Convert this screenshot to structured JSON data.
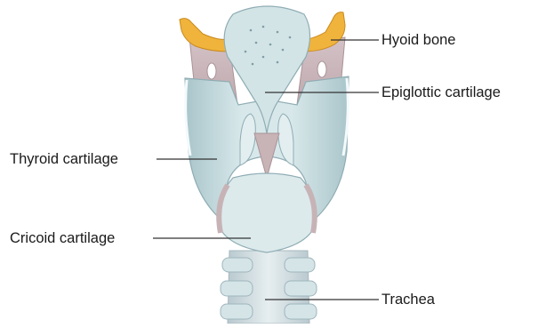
{
  "labels": {
    "hyoid_bone": "Hyoid bone",
    "epiglottic_cartilage": "Epiglottic cartilage",
    "thyroid_cartilage": "Thyroid cartilage",
    "cricoid_cartilage": "Cricoid cartilage",
    "trachea": "Trachea"
  },
  "colors": {
    "cartilage": "#c9dde0",
    "cartilage_light": "#e4eff0",
    "cartilage_shadow": "#9fbcc2",
    "ligament": "#c7b3b6",
    "bone": "#f0b33c",
    "leader_line": "#333333"
  }
}
